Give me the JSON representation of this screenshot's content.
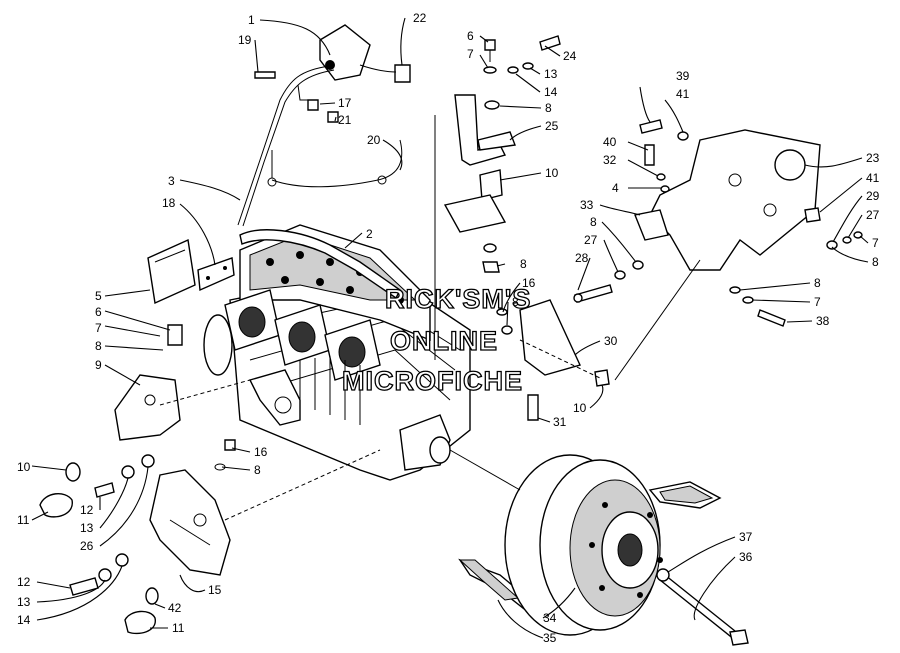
{
  "watermark": {
    "line1": "RICK'SM'S",
    "line2": "ONLINE",
    "line3": "MICROFICHE"
  },
  "callouts": [
    {
      "id": "c1",
      "label": "1"
    },
    {
      "id": "c19",
      "label": "19"
    },
    {
      "id": "c22",
      "label": "22"
    },
    {
      "id": "c17",
      "label": "17"
    },
    {
      "id": "c21",
      "label": "21"
    },
    {
      "id": "c20",
      "label": "20"
    },
    {
      "id": "c3",
      "label": "3"
    },
    {
      "id": "c18",
      "label": "18"
    },
    {
      "id": "c2",
      "label": "2"
    },
    {
      "id": "c5",
      "label": "5"
    },
    {
      "id": "c6a",
      "label": "6"
    },
    {
      "id": "c7a",
      "label": "7"
    },
    {
      "id": "c8a",
      "label": "8"
    },
    {
      "id": "c9",
      "label": "9"
    },
    {
      "id": "c10a",
      "label": "10"
    },
    {
      "id": "c11a",
      "label": "11"
    },
    {
      "id": "c12a",
      "label": "12"
    },
    {
      "id": "c13a",
      "label": "13"
    },
    {
      "id": "c26",
      "label": "26"
    },
    {
      "id": "c16a",
      "label": "16"
    },
    {
      "id": "c8b",
      "label": "8"
    },
    {
      "id": "c12b",
      "label": "12"
    },
    {
      "id": "c13b",
      "label": "13"
    },
    {
      "id": "c14a",
      "label": "14"
    },
    {
      "id": "c15",
      "label": "15"
    },
    {
      "id": "c42",
      "label": "42"
    },
    {
      "id": "c11b",
      "label": "11"
    },
    {
      "id": "c6b",
      "label": "6"
    },
    {
      "id": "c7b",
      "label": "7"
    },
    {
      "id": "c24",
      "label": "24"
    },
    {
      "id": "c13c",
      "label": "13"
    },
    {
      "id": "c14b",
      "label": "14"
    },
    {
      "id": "c8c",
      "label": "8"
    },
    {
      "id": "c25",
      "label": "25"
    },
    {
      "id": "c10b",
      "label": "10"
    },
    {
      "id": "c8d",
      "label": "8"
    },
    {
      "id": "c16b",
      "label": "16"
    },
    {
      "id": "c8e",
      "label": "8"
    },
    {
      "id": "c30",
      "label": "30"
    },
    {
      "id": "c10c",
      "label": "10"
    },
    {
      "id": "c31",
      "label": "31"
    },
    {
      "id": "c39",
      "label": "39"
    },
    {
      "id": "c41a",
      "label": "41"
    },
    {
      "id": "c40",
      "label": "40"
    },
    {
      "id": "c32",
      "label": "32"
    },
    {
      "id": "c4",
      "label": "4"
    },
    {
      "id": "c33",
      "label": "33"
    },
    {
      "id": "c8f",
      "label": "8"
    },
    {
      "id": "c27a",
      "label": "27"
    },
    {
      "id": "c28",
      "label": "28"
    },
    {
      "id": "c23",
      "label": "23"
    },
    {
      "id": "c41b",
      "label": "41"
    },
    {
      "id": "c29",
      "label": "29"
    },
    {
      "id": "c27b",
      "label": "27"
    },
    {
      "id": "c7c",
      "label": "7"
    },
    {
      "id": "c8g",
      "label": "8"
    },
    {
      "id": "c8h",
      "label": "8"
    },
    {
      "id": "c7d",
      "label": "7"
    },
    {
      "id": "c38",
      "label": "38"
    },
    {
      "id": "c37",
      "label": "37"
    },
    {
      "id": "c36",
      "label": "36"
    },
    {
      "id": "c34",
      "label": "34"
    },
    {
      "id": "c35",
      "label": "35"
    }
  ]
}
